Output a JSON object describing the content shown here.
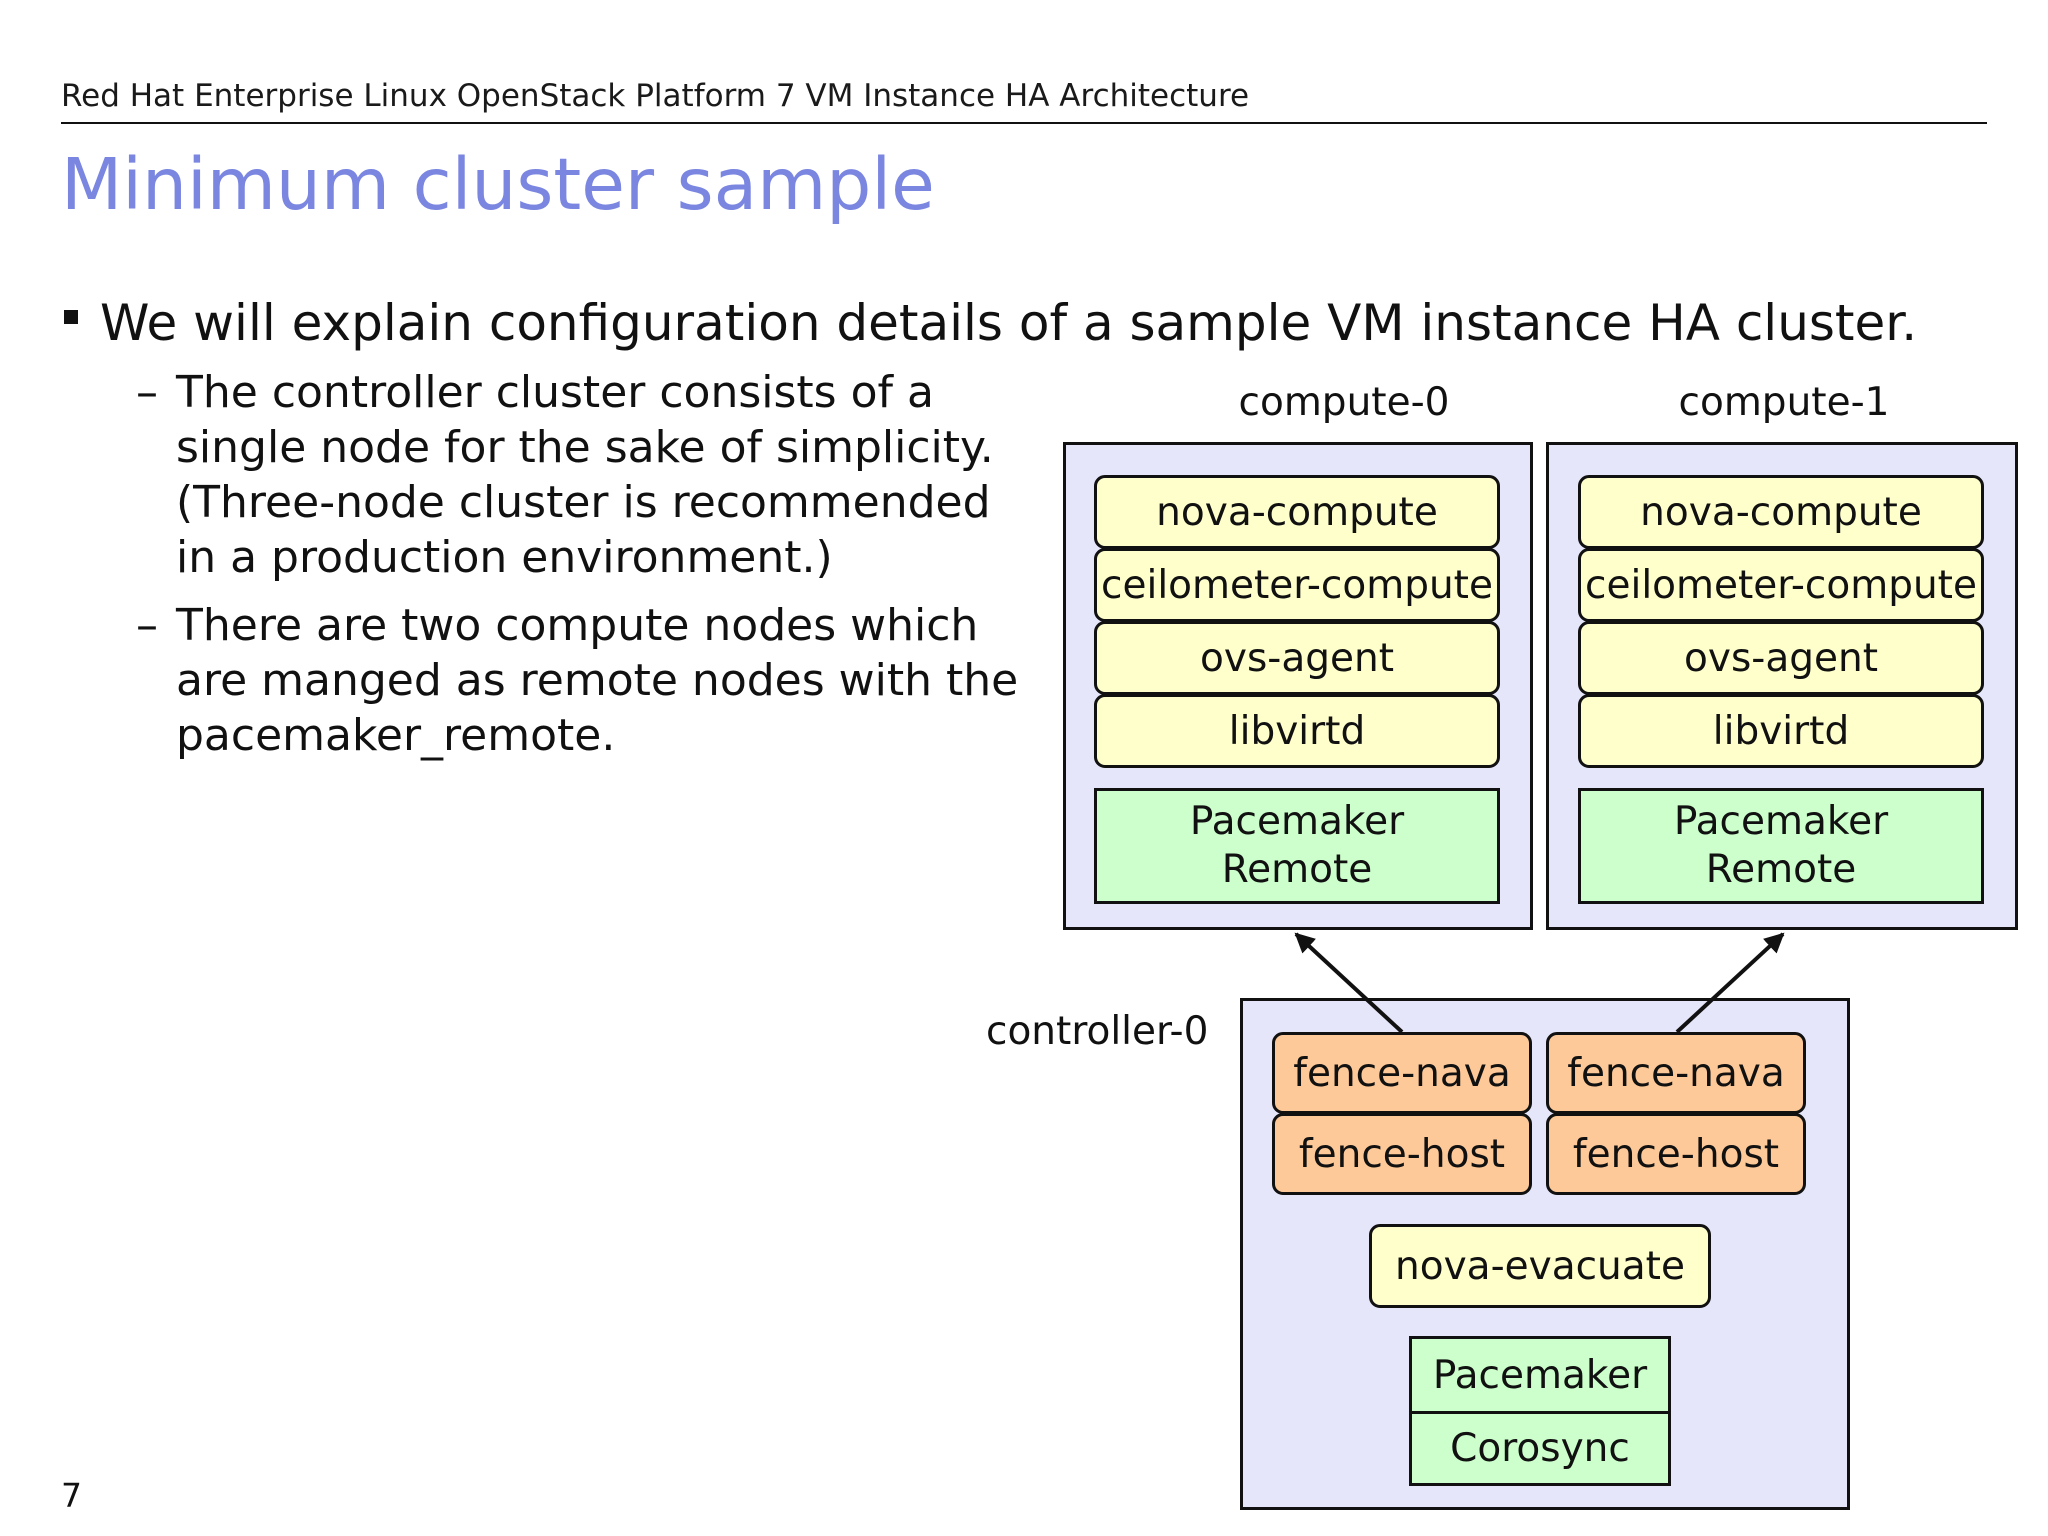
{
  "header": {
    "title": "Red Hat Enterprise Linux OpenStack Platform 7 VM Instance HA Architecture"
  },
  "slide": {
    "title": "Minimum cluster sample",
    "page_number": "7"
  },
  "bullets": {
    "main": "We will explain configuration details of a sample VM instance HA cluster.",
    "sub1": [
      "The controller cluster consists of a",
      "single node for the sake of simplicity.",
      "(Three-node cluster is recommended",
      "in a production environment.)"
    ],
    "sub2": [
      "There are two compute nodes which",
      "are manged as remote nodes with the",
      "pacemaker_remote."
    ],
    "dash": "–"
  },
  "diagram": {
    "compute0": {
      "label": "compute-0",
      "services": [
        "nova-compute",
        "ceilometer-compute",
        "ovs-agent",
        "libvirtd"
      ],
      "pacemaker": [
        "Pacemaker",
        "Remote"
      ]
    },
    "compute1": {
      "label": "compute-1",
      "services": [
        "nova-compute",
        "ceilometer-compute",
        "ovs-agent",
        "libvirtd"
      ],
      "pacemaker": [
        "Pacemaker",
        "Remote"
      ]
    },
    "controller0": {
      "label": "controller-0",
      "fence_left": [
        "fence-nava",
        "fence-host"
      ],
      "fence_right": [
        "fence-nava",
        "fence-host"
      ],
      "evacuate": "nova-evacuate",
      "pacemaker": "Pacemaker",
      "corosync": "Corosync"
    },
    "colors": {
      "node_bg": "#e6e6fb",
      "service": "#ffffcc",
      "fence": "#fdc998",
      "pacemaker": "#ccffcc",
      "title": "#7a86e0"
    }
  }
}
